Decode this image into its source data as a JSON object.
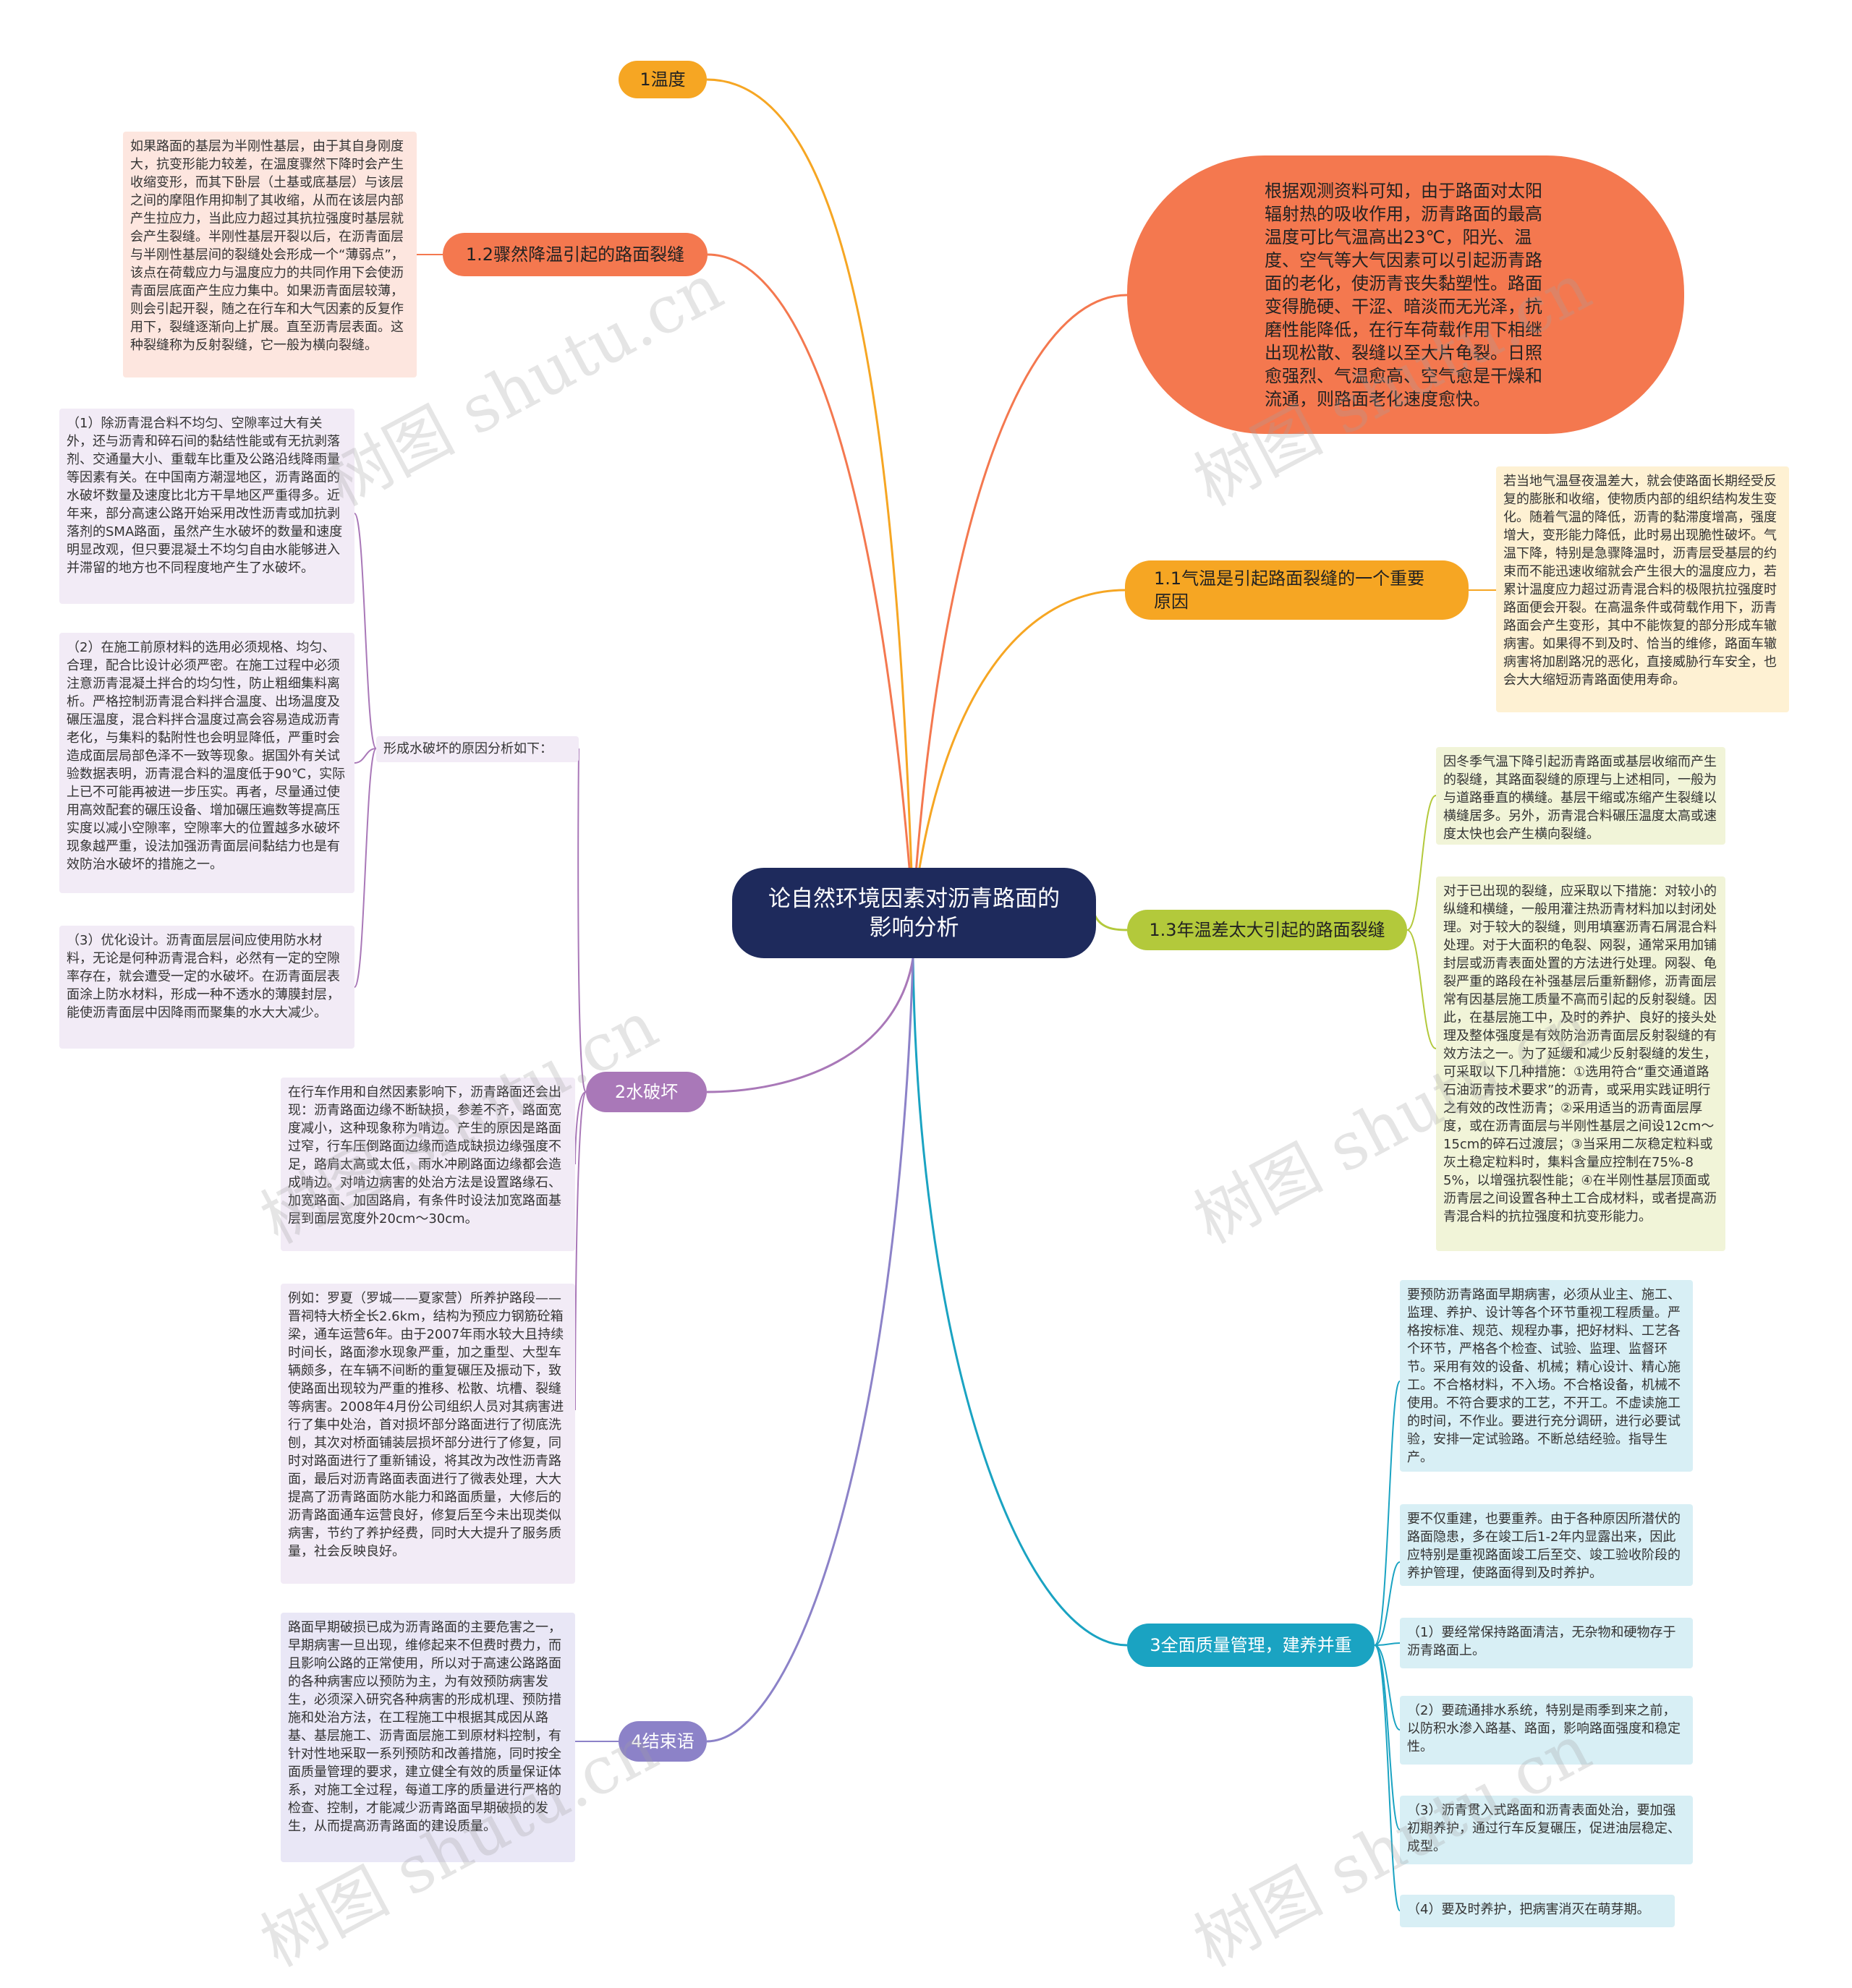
{
  "root": {
    "label": "论自然环境因素对沥青路面的影响分析"
  },
  "colors": {
    "root": "#1e2a5c",
    "amber": "#f6a623",
    "coral": "#f4784f",
    "lime": "#b3c93b",
    "purple": "#a978b8",
    "teal": "#1aa3c2",
    "indigo": "#8c82c8"
  },
  "branches": {
    "b1": {
      "label": "1温度"
    },
    "b12": {
      "label": "1.2骤然降温引起的路面裂缝",
      "note": "如果路面的基层为半刚性基层，由于其自身刚度大，抗变形能力较差，在温度骤然下降时会产生收缩变形，而其下卧层（土基或底基层）与该层之间的摩阻作用抑制了其收缩，从而在该层内部产生拉应力，当此应力超过其抗拉强度时基层就会产生裂缝。半刚性基层开裂以后，在沥青面层与半刚性基层间的裂缝处会形成一个“薄弱点”，该点在荷载应力与温度应力的共同作用下会使沥青面层底面产生应力集中。如果沥青面层较薄，则会引起开裂，随之在行车和大气因素的反复作用下，裂缝逐渐向上扩展。直至沥青层表面。这种裂缝称为反射裂缝，它一般为横向裂缝。"
    },
    "big": {
      "label": "根据观测资料可知，由于路面对太阳辐射热的吸收作用，沥青路面的最高温度可比气温高出23℃，阳光、温度、空气等大气因素可以引起沥青路面的老化，使沥青丧失黏塑性。路面变得脆硬、干涩、暗淡而无光泽，抗磨性能降低，在行车荷载作用下相继出现松散、裂缝以至大片龟裂。日照愈强烈、气温愈高、空气愈是干燥和流通，则路面老化速度愈快。"
    },
    "b11": {
      "label": "1.1气温是引起路面裂缝的一个重要原因",
      "note": "若当地气温昼夜温差大，就会使路面长期经受反复的膨胀和收缩，使物质内部的组织结构发生变化。随着气温的降低，沥青的黏滞度增高，强度增大，变形能力降低，此时易出现脆性破坏。气温下降，特别是急骤降温时，沥青层受基层的约束而不能迅速收缩就会产生很大的温度应力，若累计温度应力超过沥青混合料的极限抗拉强度时路面便会开裂。在高温条件或荷载作用下，沥青路面会产生变形，其中不能恢复的部分形成车辙病害。如果得不到及时、恰当的维修，路面车辙病害将加剧路况的恶化，直接威胁行车安全，也会大大缩短沥青路面使用寿命。"
    },
    "b13": {
      "label": "1.3年温差太大引起的路面裂缝",
      "notes": [
        "因冬季气温下降引起沥青路面或基层收缩而产生的裂缝，其路面裂缝的原理与上述相同，一般为与道路垂直的横缝。基层干缩或冻缩产生裂缝以横缝居多。另外，沥青混合料碾压温度太高或速度太快也会产生横向裂缝。",
        "对于已出现的裂缝，应采取以下措施：对较小的纵缝和横缝，一般用灌注热沥青材料加以封闭处理。对于较大的裂缝，则用填塞沥青石屑混合料处理。对于大面积的龟裂、网裂，通常采用加铺封层或沥青表面处置的方法进行处理。网裂、龟裂严重的路段在补强基层后重新翻修，沥青面层常有因基层施工质量不高而引起的反射裂缝。因此，在基层施工中，及时的养护、良好的接头处理及整体强度是有效防治沥青面层反射裂缝的有效方法之一。为了延缓和减少反射裂缝的发生，可采取以下几种措施：①选用符合“重交通道路石油沥青技术要求”的沥青，或采用实践证明行之有效的改性沥青；②采用适当的沥青面层厚度，或在沥青面层与半刚性基层之间设12cm～15cm的碎石过渡层；③当采用二灰稳定粒料或灰土稳定粒料时，集料含量应控制在75%-85%，以增强抗裂性能；④在半刚性基层顶面或沥青层之间设置各种土工合成材料，或者提高沥青混合料的抗拉强度和抗变形能力。"
      ]
    },
    "b2": {
      "label": "2水破坏",
      "sub": "形成水破坏的原因分析如下：",
      "subnotes": [
        "（1）除沥青混合料不均匀、空隙率过大有关外，还与沥青和碎石间的黏结性能或有无抗剥落剂、交通量大小、重载车比重及公路沿线降雨量等因素有关。在中国南方潮湿地区，沥青路面的水破坏数量及速度比北方干旱地区严重得多。近年来，部分高速公路开始采用改性沥青或加抗剥落剂的SMA路面，虽然产生水破坏的数量和速度明显改观，但只要混凝土不均匀自由水能够进入并滞留的地方也不同程度地产生了水破坏。",
        "（2）在施工前原材料的选用必须规格、均匀、合理，配合比设计必须严密。在施工过程中必须注意沥青混凝土拌合的均匀性，防止粗细集料离析。严格控制沥青混合料拌合温度、出场温度及碾压温度，混合料拌合温度过高会容易造成沥青老化，与集料的黏附性也会明显降低，严重时会造成面层局部色泽不一致等现象。据国外有关试验数据表明，沥青混合料的温度低于90℃，实际上已不可能再被进一步压实。再者，尽量通过使用高效配套的碾压设备、增加碾压遍数等提高压实度以减小空隙率，空隙率大的位置越多水破坏现象越严重，设法加强沥青面层间黏结力也是有效防治水破坏的措施之一。",
        "（3）优化设计。沥青面层层间应使用防水材料，无论是何种沥青混合料，必然有一定的空隙率存在，就会遭受一定的水破坏。在沥青面层表面涂上防水材料，形成一种不透水的薄膜封层，能使沥青面层中因降雨而聚集的水大大减少。"
      ],
      "notes": [
        "在行车作用和自然因素影响下，沥青路面还会出现：沥青路面边缘不断缺损，参差不齐，路面宽度减小，这种现象称为啃边。产生的原因是路面过窄，行车压倒路面边缘而造成缺损边缘强度不足，路肩太高或太低，雨水冲刷路面边缘都会造成啃边。对啃边病害的处治方法是设置路缘石、加宽路面、加固路肩，有条件时设法加宽路面基层到面层宽度外20cm～30cm。",
        "例如：罗夏（罗城——夏家营）所养护路段——晋祠特大桥全长2.6km，结构为预应力钢筋砼箱梁，通车运营6年。由于2007年雨水较大且持续时间长，路面渗水现象严重，加之重型、大型车辆颇多，在车辆不间断的重复碾压及振动下，致使路面出现较为严重的推移、松散、坑槽、裂缝等病害。2008年4月份公司组织人员对其病害进行了集中处治，首对损坏部分路面进行了彻底洗刨，其次对桥面铺装层损坏部分进行了修复，同时对路面进行了重新铺设，将其改为改性沥青路面，最后对沥青路面表面进行了微表处理，大大提高了沥青路面防水能力和路面质量，大修后的沥青路面通车运营良好，修复后至今未出现类似病害，节约了养护经费，同时大大提升了服务质量，社会反映良好。"
      ]
    },
    "b3": {
      "label": "3全面质量管理，建养并重",
      "notes": [
        "要预防沥青路面早期病害，必须从业主、施工、监理、养护、设计等各个环节重视工程质量。严格按标准、规范、规程办事，把好材料、工艺各个环节，严格各个检查、试验、监理、监督环节。采用有效的设备、机械；精心设计、精心施工。不合格材料，不入场。不合格设备，机械不使用。不符合要求的工艺，不开工。不虚读施工的时间，不作业。要进行充分调研，进行必要试验，安排一定试验路。不断总结经验。指导生产。",
        "要不仅重建，也要重养。由于各种原因所潜伏的路面隐患，多在竣工后1-2年内显露出来，因此应特别是重视路面竣工后至交、竣工验收阶段的养护管理，使路面得到及时养护。",
        "（1）要经常保持路面清洁，无杂物和硬物存于沥青路面上。",
        "（2）要疏通排水系统，特别是雨季到来之前，以防积水渗入路基、路面，影响路面强度和稳定性。",
        "（3）沥青贯入式路面和沥青表面处治，要加强初期养护，通过行车反复碾压，促进油层稳定、成型。",
        "（4）要及时养护，把病害消灭在萌芽期。"
      ]
    },
    "b4": {
      "label": "4结束语",
      "note": "路面早期破损已成为沥青路面的主要危害之一，早期病害一旦出现，维修起来不但费时费力，而且影响公路的正常使用，所以对于高速公路路面的各种病害应以预防为主，为有效预防病害发生，必须深入研究各种病害的形成机理、预防措施和处治方法，在工程施工中根据其成因从路基、基层施工、沥青面层施工到原材料控制，有针对性地采取一系列预防和改善措施，同时按全面质量管理的要求，建立健全有效的质量保证体系，对施工全过程，每道工序的质量进行严格的检查、控制，才能减少沥青路面早期破损的发生，从而提高沥青路面的建设质量。"
    }
  },
  "watermark": "树图 shutu.cn"
}
